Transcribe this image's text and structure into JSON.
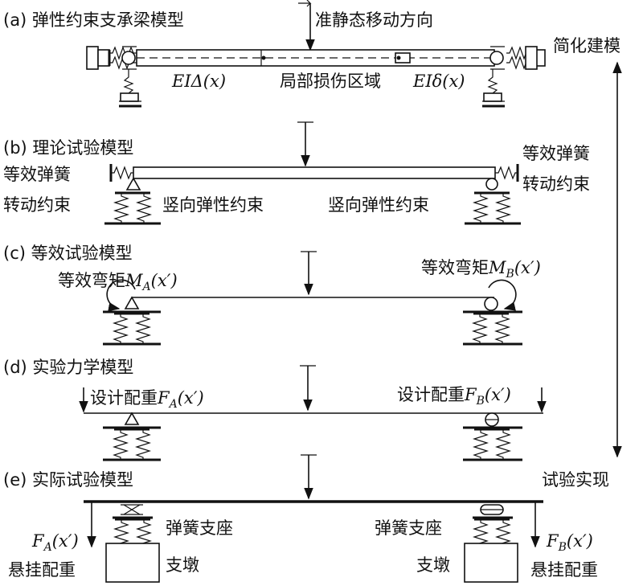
{
  "panels": {
    "a": {
      "title": "(a) 弹性约束支承梁模型",
      "load_dir": "准静态移动方向",
      "ei_left": "EIΔ(x)",
      "damage_zone": "局部损伤区域",
      "ei_right": "EIδ(x)",
      "simplify": "简化建模"
    },
    "b": {
      "title": "(b) 理论试验模型",
      "spring_left_1": "等效弹簧",
      "spring_left_2": "转动约束",
      "vertical_left": "竖向弹性约束",
      "vertical_right": "竖向弹性约束",
      "spring_right_1": "等效弹簧",
      "spring_right_2": "转动约束"
    },
    "c": {
      "title": "(c) 等效试验模型",
      "moment_left_text": "等效弯矩",
      "moment_left_sym": "M",
      "moment_left_sub": "A",
      "moment_left_arg": "(x′)",
      "moment_right_text": "等效弯矩",
      "moment_right_sym": "M",
      "moment_right_sub": "B",
      "moment_right_arg": "(x′)"
    },
    "d": {
      "title": "(d) 实验力学模型",
      "weight_left_text": "设计配重",
      "weight_left_sym": "F",
      "weight_left_sub": "A",
      "weight_left_arg": "(x′)",
      "weight_right_text": "设计配重",
      "weight_right_sym": "F",
      "weight_right_sub": "B",
      "weight_right_arg": "(x′)"
    },
    "e": {
      "title": "(e) 实际试验模型",
      "realize": "试验实现",
      "bearing_left": "弹簧支座",
      "bearing_right": "弹簧支座",
      "pier_left": "支墩",
      "pier_right": "支墩",
      "force_left_sym": "F",
      "force_left_sub": "A",
      "force_left_arg": "(x′)",
      "hang_left": "悬挂配重",
      "force_right_sym": "F",
      "force_right_sub": "B",
      "force_right_arg": "(x′)",
      "hang_right": "悬挂配重"
    }
  }
}
